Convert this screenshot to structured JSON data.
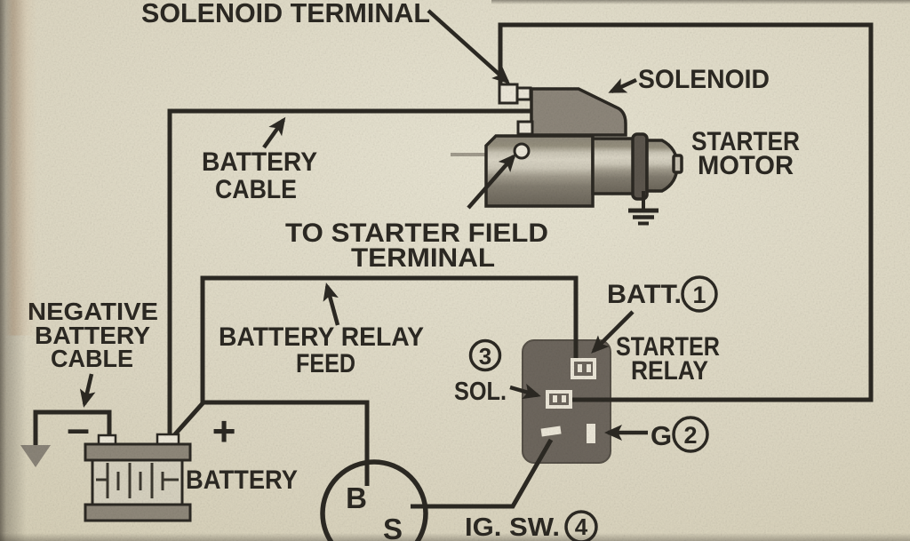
{
  "labels": {
    "solenoid_terminal": "SOLENOID TERMINAL",
    "battery_cable": [
      "BATTERY",
      "CABLE"
    ],
    "solenoid": "SOLENOID",
    "starter_motor": [
      "STARTER",
      "MOTOR"
    ],
    "to_starter_field_terminal": [
      "TO STARTER FIELD",
      "TERMINAL"
    ],
    "negative_battery_cable": [
      "NEGATIVE",
      "BATTERY",
      "CABLE"
    ],
    "battery_relay_feed": [
      "BATTERY RELAY",
      "FEED"
    ],
    "battery": "BATTERY",
    "starter_relay": [
      "STARTER",
      "RELAY"
    ]
  },
  "relay_callouts": {
    "batt": {
      "label": "BATT.",
      "number": "1"
    },
    "ground": {
      "label": "G",
      "number": "2"
    },
    "sol": {
      "label": "SOL.",
      "number": "3"
    },
    "ignition": {
      "label": "IG. SW.",
      "number": "4"
    }
  },
  "battery_polarity": {
    "plus": "+",
    "minus": "–"
  },
  "ignition_switch_terminals": {
    "b": "B",
    "s": "S"
  },
  "colors": {
    "paper": "#ded8c3",
    "ink": "#2c2923",
    "solenoid-fill": "#8e877b",
    "relay-fill": "#6e675e",
    "metal-light": "#d8d3c3",
    "metal-mid": "#8f897d",
    "metal-dark": "#5d574e",
    "terminal-white": "#eee9da",
    "ground-gray": "#8b8579",
    "battery-cap": "#90897b"
  }
}
